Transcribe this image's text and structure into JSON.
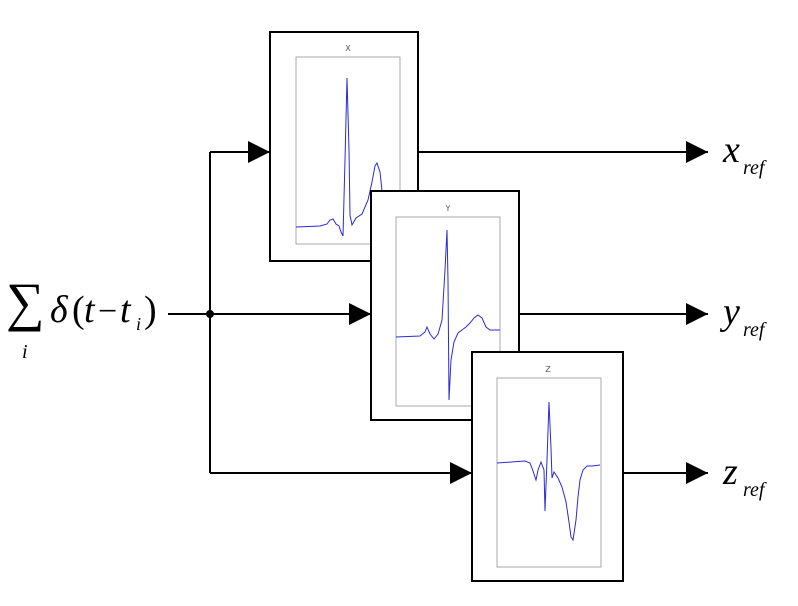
{
  "input": {
    "sum_symbol": "∑",
    "sum_index": "i",
    "delta": "δ",
    "open_paren": "(",
    "t": "t",
    "minus": "−",
    "ti": "t",
    "ti_sub": "i",
    "close_paren": ")"
  },
  "blocks": [
    {
      "title": "X",
      "waveform": "x-lead-icon"
    },
    {
      "title": "Y",
      "waveform": "y-lead-icon"
    },
    {
      "title": "Z",
      "waveform": "z-lead-icon"
    }
  ],
  "outputs": [
    {
      "base": "x",
      "sub": "ref"
    },
    {
      "base": "y",
      "sub": "ref"
    },
    {
      "base": "z",
      "sub": "ref"
    }
  ],
  "colors": {
    "waveform": "#2b2bd6",
    "lines": "#000000",
    "plot_frame": "#a8a8a8"
  }
}
